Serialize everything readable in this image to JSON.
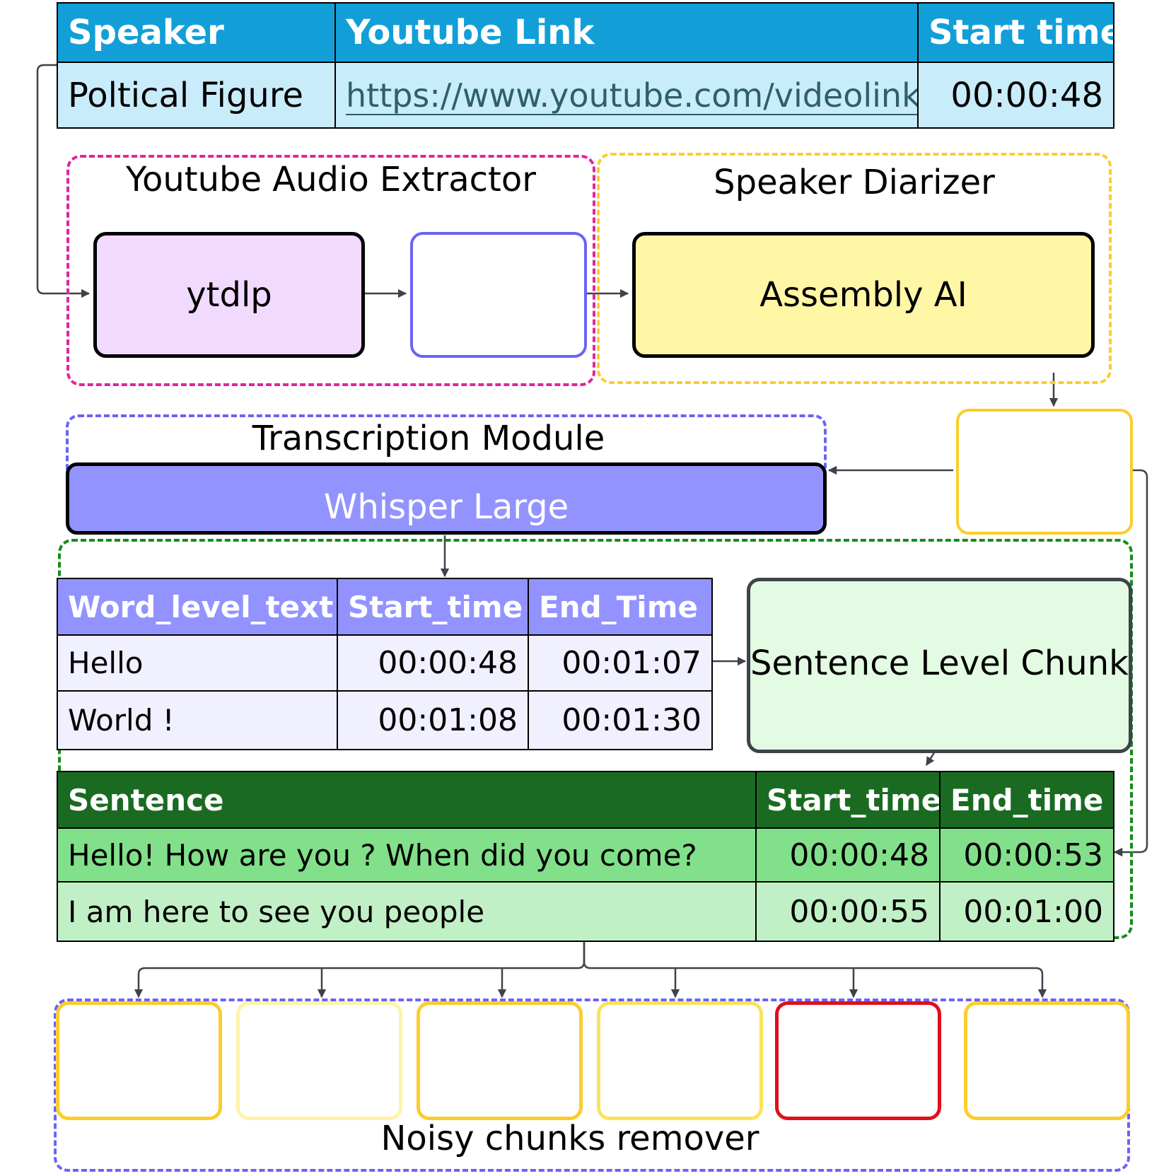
{
  "input_table": {
    "headers": [
      "Speaker",
      "Youtube Link",
      "Start time"
    ],
    "row": [
      "Poltical Figure",
      "https://www.youtube.com/videolink",
      "00:00:48"
    ],
    "header_color": "#129fd8",
    "row_color": "#c9ecfa"
  },
  "audio_extractor": {
    "label": "Youtube Audio Extractor",
    "tool": "ytdlp",
    "border_color": "#e0259c",
    "tool_fill": "#f2daff",
    "output_border_color": "#6b63f5"
  },
  "speaker_diarizer": {
    "label": "Speaker Diarizer",
    "tool": "Assembly AI",
    "border_color": "#fbcd2b",
    "tool_fill": "#fff6a6",
    "output_border_color": "#fbcd2b"
  },
  "transcription": {
    "label": "Transcription Module",
    "tool": "Whisper Large",
    "border_color": "#6b63f5",
    "tool_fill": "#9393ff"
  },
  "word_table": {
    "headers": [
      "Word_level_text",
      "Start_time",
      "End_Time"
    ],
    "rows": [
      [
        "Hello",
        "00:00:48",
        "00:01:07"
      ],
      [
        "World !",
        "00:01:08",
        "00:01:30"
      ]
    ],
    "header_color": "#9393ff",
    "row_color": "#f0f0ff"
  },
  "sentence_chunk": {
    "label": "Sentence Level Chunk",
    "fill": "#e3fbe3",
    "group_border_color": "#168c1c"
  },
  "sentence_table": {
    "headers": [
      "Sentence",
      "Start_time",
      "End_time"
    ],
    "rows": [
      [
        "Hello! How are you ? When did you come?",
        "00:00:48",
        "00:00:53"
      ],
      [
        "I am here to see you people",
        "00:00:55",
        "00:01:00"
      ]
    ],
    "header_color": "#1a6b21",
    "row_colors": [
      "#82e08a",
      "#c2f0c6"
    ]
  },
  "noise_remover": {
    "label": "Noisy chunks remover",
    "border_color": "#6b63f5",
    "chunk_border_colors": [
      "#fbcd2b",
      "#fff3a8",
      "#fbcd2b",
      "#fbe25a",
      "#e0101a",
      "#fbcd2b"
    ]
  },
  "connector_color": "#3e434b"
}
